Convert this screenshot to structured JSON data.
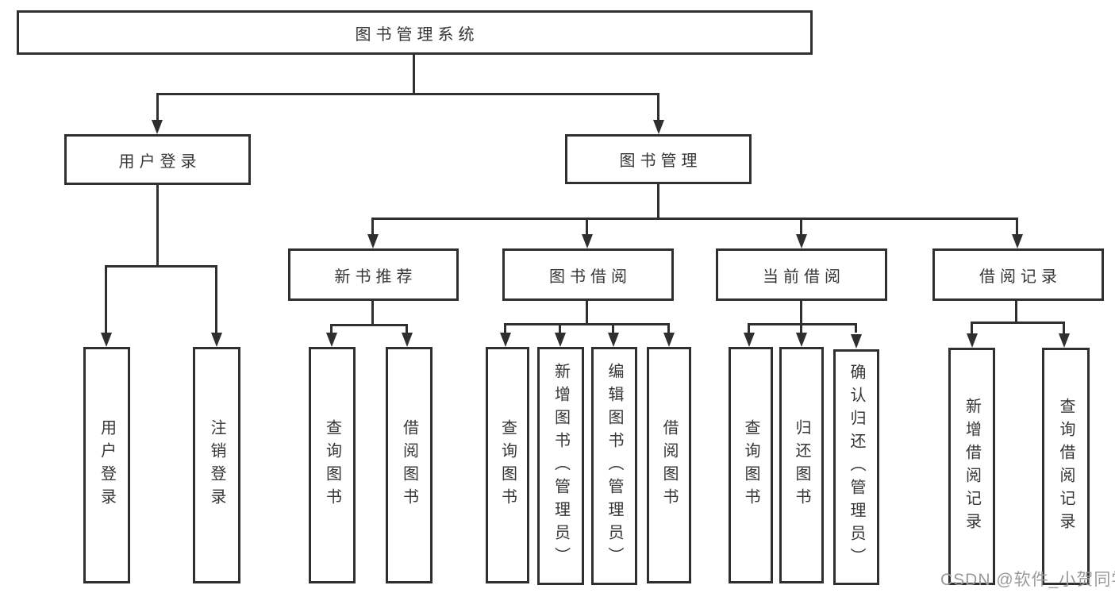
{
  "diagram": {
    "root": "图书管理系统",
    "level2": {
      "user": "用户登录",
      "books": "图书管理"
    },
    "level3": {
      "recommend": "新书推荐",
      "borrow": "图书借阅",
      "current": "当前借阅",
      "records": "借阅记录"
    },
    "leaves": {
      "user": [
        "用户登录",
        "注销登录"
      ],
      "recommend": [
        "查询图书",
        "借阅图书"
      ],
      "borrow": [
        "查询图书",
        "新增图书（管理员）",
        "编辑图书（管理员）",
        "借阅图书"
      ],
      "current": [
        "查询图书",
        "归还图书",
        "确认归还（管理员）"
      ],
      "records": [
        "新增借阅记录",
        "查询借阅记录"
      ]
    }
  },
  "watermark": {
    "text": "CSDN @软件_小贺同学"
  },
  "colors": {
    "line": "#2f2f2f",
    "text": "#363636",
    "watermark": "#9a9a9a",
    "background": "#ffffff"
  }
}
